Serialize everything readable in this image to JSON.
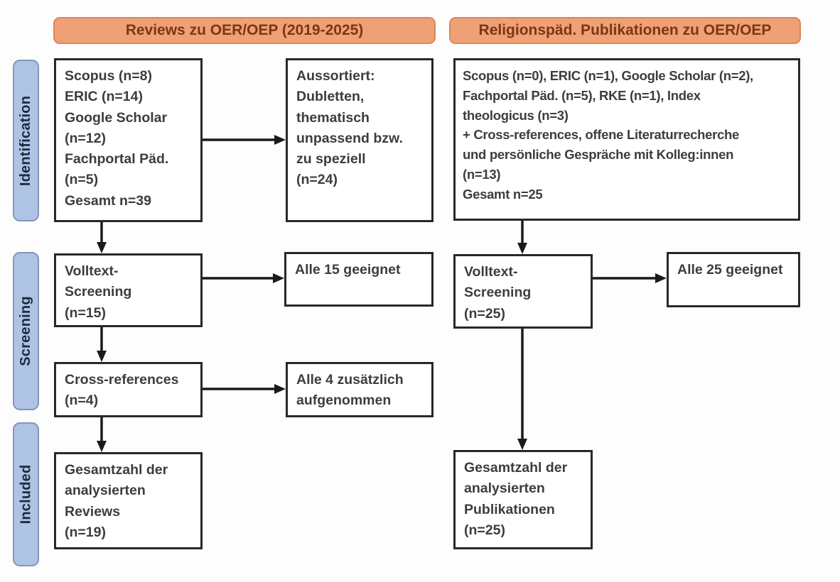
{
  "palette": {
    "header_fill": "#EFA175",
    "header_border": "#D9875A",
    "header_text": "#7E3517",
    "stage_fill": "#AFC4E5",
    "stage_border": "#8497B8",
    "stage_text": "#1F2A3D",
    "box_border": "#282828",
    "box_text": "#3D3D3D",
    "arrow": "#1A1A1A",
    "background": "#FDFDFD"
  },
  "headers": {
    "left": "Reviews zu OER/OEP (2019-2025)",
    "right": "Religionspäd. Publikationen zu OER/OEP"
  },
  "stages": {
    "identification": "Identification",
    "screening": "Screening",
    "included": "Included"
  },
  "left_column": {
    "identification_box": {
      "lines": [
        "Scopus (n=8)",
        "ERIC (n=14)",
        "Google Scholar",
        "(n=12)",
        "Fachportal Päd.",
        "(n=5)",
        "Gesamt n=39"
      ]
    },
    "excluded_box": {
      "lines": [
        "Aussortiert:",
        "Dubletten,",
        "thematisch",
        "unpassend bzw.",
        "zu speziell",
        "(n=24)"
      ]
    },
    "fulltext_box": {
      "lines": [
        "Volltext-",
        "Screening",
        "(n=15)"
      ]
    },
    "fulltext_result_box": {
      "lines": [
        "Alle 15 geeignet"
      ]
    },
    "crossref_box": {
      "lines": [
        "Cross-references",
        "(n=4)"
      ]
    },
    "crossref_result_box": {
      "lines": [
        "Alle 4 zusätzlich",
        "aufgenommen"
      ]
    },
    "included_box": {
      "lines": [
        "Gesamtzahl der",
        "analysierten",
        "Reviews",
        "(n=19)"
      ]
    }
  },
  "right_column": {
    "identification_box": {
      "lines": [
        "Scopus (n=0), ERIC (n=1), Google Scholar (n=2),",
        "Fachportal Päd. (n=5), RKE (n=1), Index",
        "theologicus (n=3)",
        "+ Cross-references, offene Literaturrecherche",
        "und persönliche Gespräche mit Kolleg:innen",
        "(n=13)",
        "Gesamt n=25"
      ]
    },
    "fulltext_box": {
      "lines": [
        "Volltext-",
        "Screening",
        "(n=25)"
      ]
    },
    "fulltext_result_box": {
      "lines": [
        "Alle 25 geeignet"
      ]
    },
    "included_box": {
      "lines": [
        "Gesamtzahl der",
        "analysierten",
        "Publikationen",
        "(n=25)"
      ]
    }
  }
}
